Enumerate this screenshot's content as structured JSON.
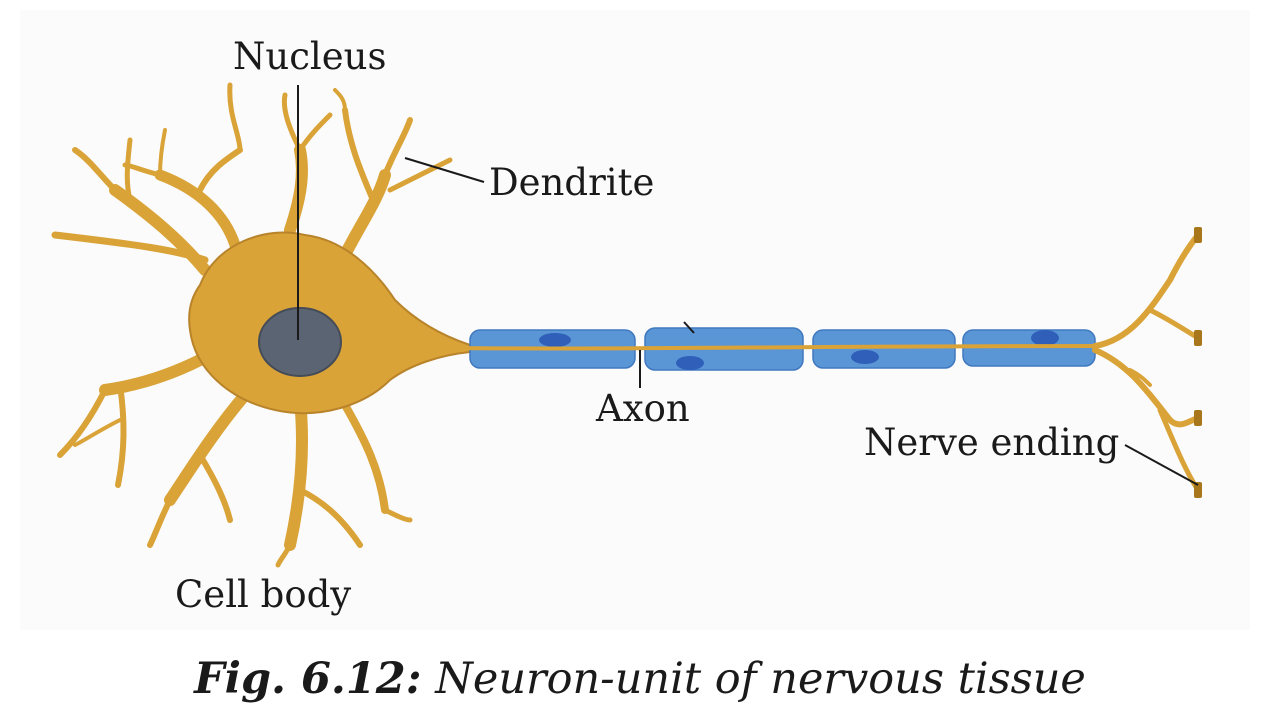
{
  "labels": {
    "nucleus": "Nucleus",
    "dendrite": "Dendrite",
    "axon": "Axon",
    "nerve_ending": "Nerve ending",
    "cell_body": "Cell body"
  },
  "caption": {
    "number": "Fig. 6.12:",
    "text": "Neuron-unit of nervous tissue"
  },
  "colors": {
    "neuron_body": "#d9a338",
    "neuron_outline": "#a8771c",
    "nucleus": "#5b6472",
    "myelin_sheath": "#5a96d6",
    "sheath_nucleus": "#2f5fb8",
    "leader_line": "#1a1a1a"
  }
}
